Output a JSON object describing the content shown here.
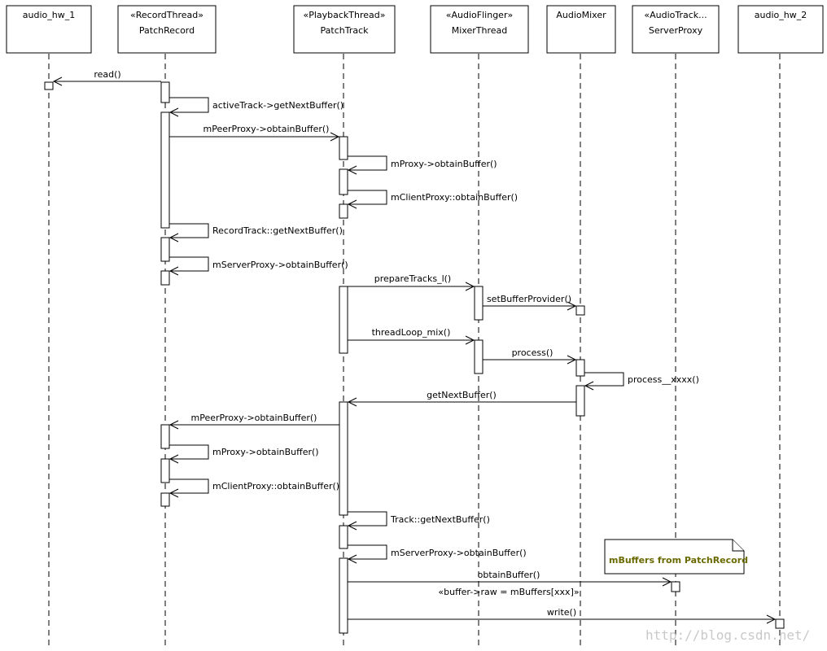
{
  "participants": [
    {
      "id": "audio_hw_1",
      "stereotype": "",
      "name": "audio_hw_1"
    },
    {
      "id": "patch_record",
      "stereotype": "«RecordThread»",
      "name": "PatchRecord"
    },
    {
      "id": "patch_track",
      "stereotype": "«PlaybackThread»",
      "name": "PatchTrack"
    },
    {
      "id": "mixer_thread",
      "stereotype": "«AudioFlinger»",
      "name": "MixerThread"
    },
    {
      "id": "audio_mixer",
      "stereotype": "",
      "name": "AudioMixer"
    },
    {
      "id": "server_proxy",
      "stereotype": "«AudioTrack...",
      "name": "ServerProxy"
    },
    {
      "id": "audio_hw_2",
      "stereotype": "",
      "name": "audio_hw_2"
    }
  ],
  "messages": [
    {
      "label": "read()"
    },
    {
      "label": "activeTrack->getNextBuffer()"
    },
    {
      "label": "mPeerProxy->obtainBuffer()"
    },
    {
      "label": "mProxy->obtainBuffer()"
    },
    {
      "label": "mClientProxy::obtainBuffer()"
    },
    {
      "label": "RecordTrack::getNextBuffer()"
    },
    {
      "label": "mServerProxy->obtainBuffer()"
    },
    {
      "label": "prepareTracks_l()"
    },
    {
      "label": "setBufferProvider()"
    },
    {
      "label": "threadLoop_mix()"
    },
    {
      "label": "process()"
    },
    {
      "label": "process__xxxx()"
    },
    {
      "label": "getNextBuffer()"
    },
    {
      "label": "mPeerProxy->obtainBuffer()"
    },
    {
      "label": "mProxy->obtainBuffer()"
    },
    {
      "label": "mClientProxy::obtainBuffer()"
    },
    {
      "label": "Track::getNextBuffer()"
    },
    {
      "label": "mServerProxy->obtainBuffer()"
    },
    {
      "label": "obtainBuffer()"
    },
    {
      "label": "write()"
    }
  ],
  "annotation": "«buffer->raw = mBuffers[xxx]»",
  "note": "mBuffers from PatchRecord",
  "watermark": "http://blog.csdn.net/"
}
